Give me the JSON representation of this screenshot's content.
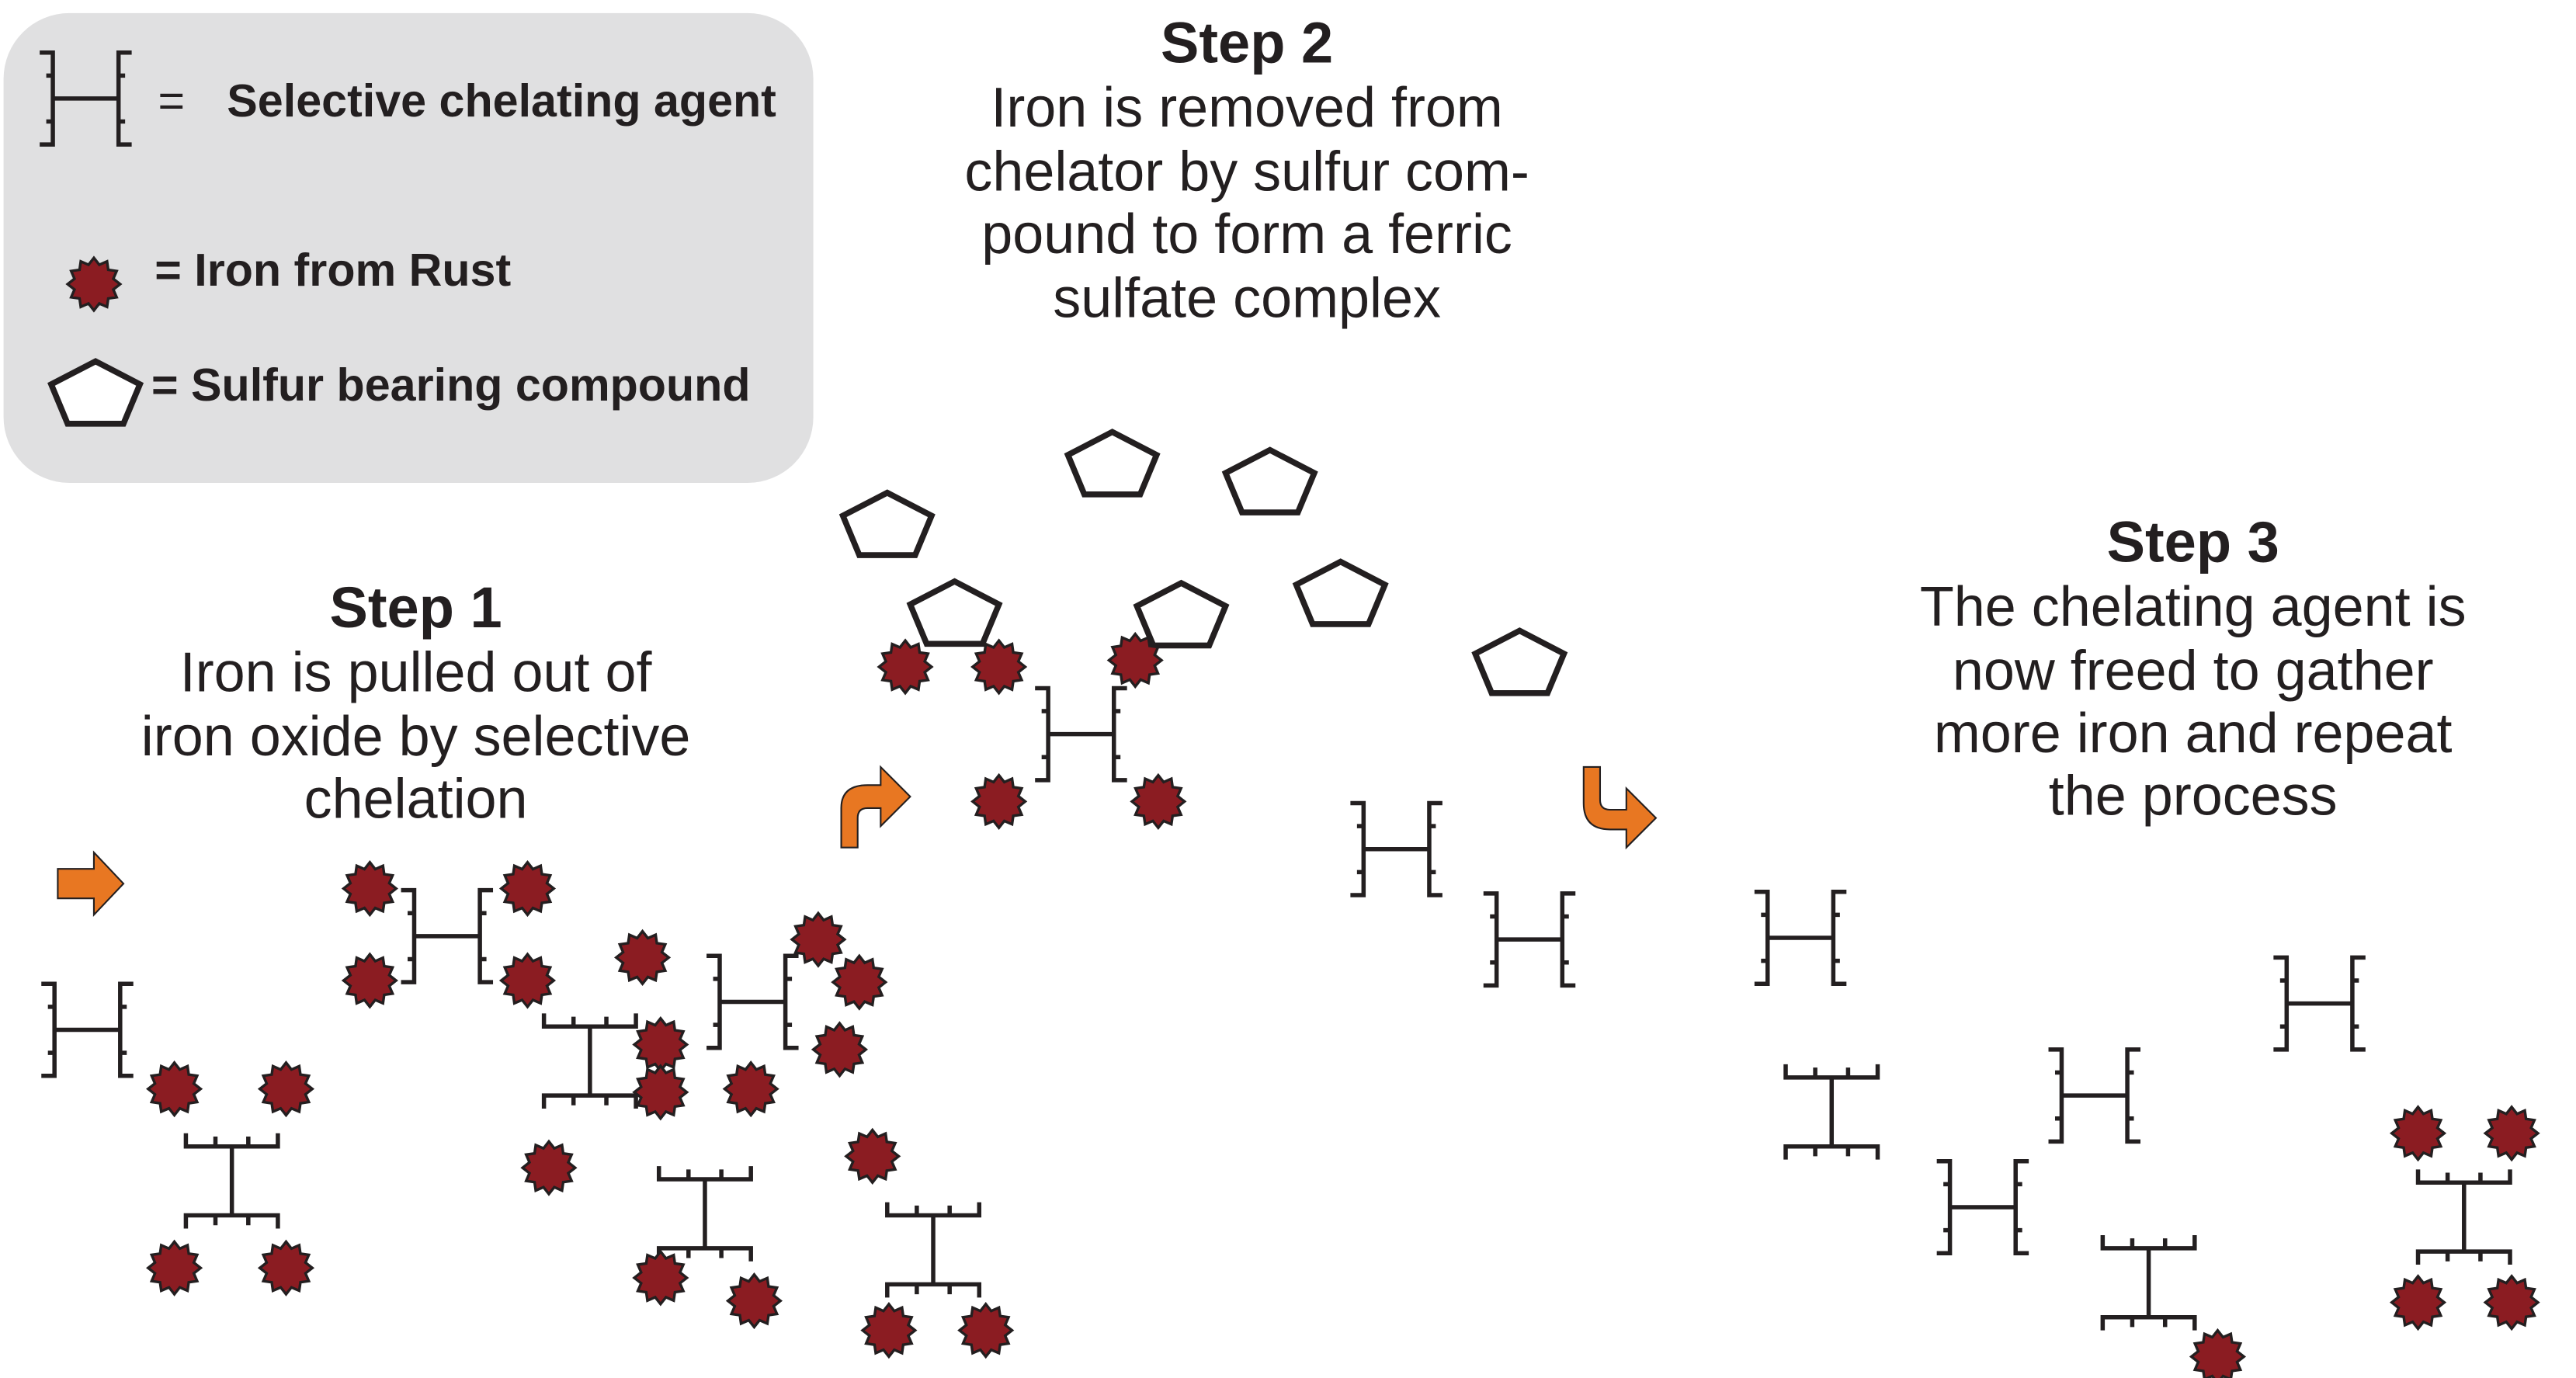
{
  "legend": {
    "chelator_eq": "=",
    "chelator_label": "Selective chelating agent",
    "iron_label": "= Iron  from Rust",
    "sulfur_label": "= Sulfur bearing compound"
  },
  "steps": [
    {
      "title": "Step 1",
      "lines": [
        "Iron is pulled out of",
        "iron oxide by selective",
        "chelation"
      ]
    },
    {
      "title": "Step 2",
      "lines": [
        "Iron is removed from",
        "chelator by sulfur com-",
        "pound to form a ferric",
        "sulfate complex"
      ]
    },
    {
      "title": "Step 3",
      "lines": [
        "The chelating agent is",
        "now freed to gather",
        "more iron and repeat",
        "the process"
      ]
    }
  ],
  "colors": {
    "iron": "#8b1c22",
    "arrow": "#e87722",
    "legend_bg": "#e0e0e1",
    "ink": "#231f20"
  },
  "icons": [
    "chelator-icon",
    "iron-icon",
    "sulfur-compound-icon",
    "arrow-icon"
  ]
}
